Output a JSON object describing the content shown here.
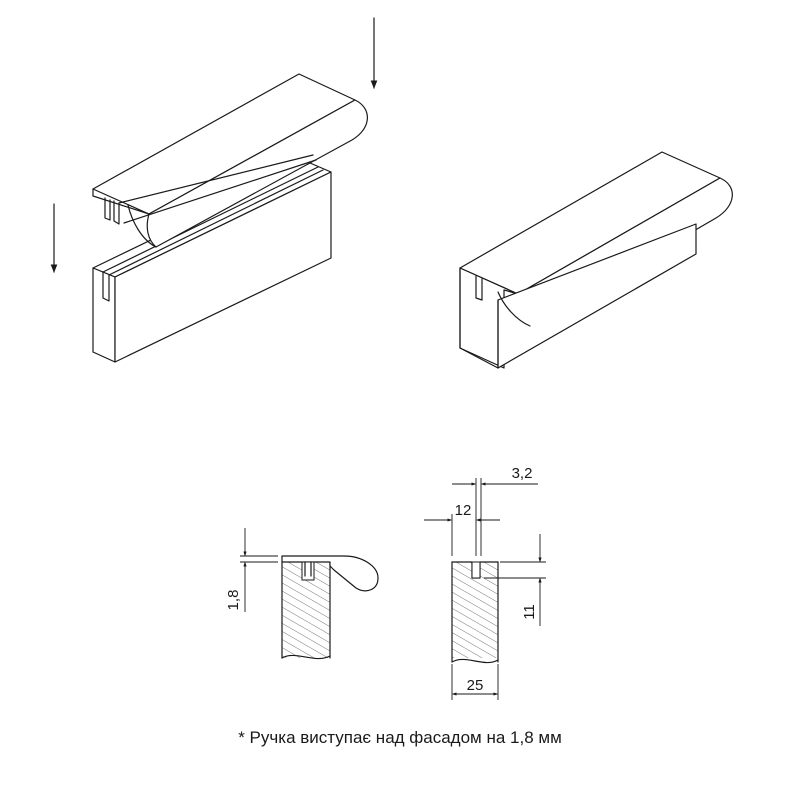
{
  "dimensions": {
    "protrusion": "1,8",
    "lip_thickness": "3,2",
    "slot_offset": "12",
    "slot_depth": "11",
    "panel_thickness": "25"
  },
  "note": "* Ручка виступає над фасадом на 1,8 мм",
  "colors": {
    "line": "#1a1a1a",
    "hatch": "#555555",
    "background": "#ffffff"
  }
}
